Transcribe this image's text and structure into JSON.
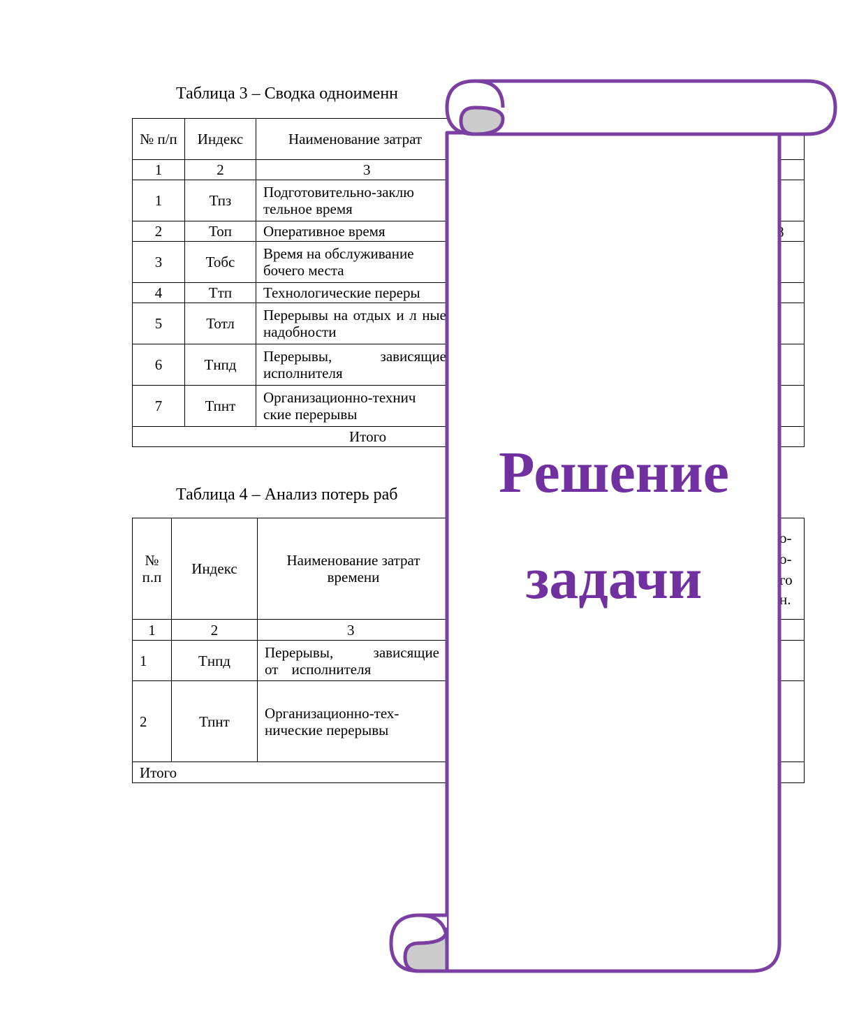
{
  "table3": {
    "caption": "Таблица 3 – Сводка одноименн",
    "header": {
      "num": "№ п/п",
      "index": "Индекс",
      "name": "Наименование затрат"
    },
    "numbering": [
      "1",
      "2",
      "3"
    ],
    "rows": [
      {
        "num": "1",
        "index": "Тпз",
        "name": "Подготовительно-заклю тельное время"
      },
      {
        "num": "2",
        "index": "Топ",
        "name": "Оперативное время"
      },
      {
        "num": "3",
        "index": "Тобс",
        "name": "Время на обслуживание бочего места"
      },
      {
        "num": "4",
        "index": "Ттп",
        "name": "Технологические переры"
      },
      {
        "num": "5",
        "index": "Тотл",
        "name": "Перерывы на отдых и л ные надобности"
      },
      {
        "num": "6",
        "index": "Тнпд",
        "name": "Перерывы, зависящие исполнителя"
      },
      {
        "num": "7",
        "index": "Тпнт",
        "name": "Организационно-технич ские перерывы"
      }
    ],
    "total": "Итого",
    "edge_fragment": "8"
  },
  "table4": {
    "caption": "Таблица 4 – Анализ потерь раб",
    "header": {
      "num": "№ п.п",
      "index": "Индекс",
      "name": "Наименование затрат времени"
    },
    "numbering": [
      "1",
      "2",
      "3"
    ],
    "rows": [
      {
        "num": "1",
        "index": "Тнпд",
        "name": "Перерывы, зависящие от исполнителя"
      },
      {
        "num": "2",
        "index": "Тпнт",
        "name": "Организационно-тех- нические перерывы"
      }
    ],
    "total": "Итого",
    "edge_fragment_lines": [
      "о-",
      "о-",
      "го",
      "н."
    ]
  },
  "overlay": {
    "line1": "Решение",
    "line2": "задачи",
    "color": "#7030a0",
    "curl_color": "#cccccc"
  }
}
